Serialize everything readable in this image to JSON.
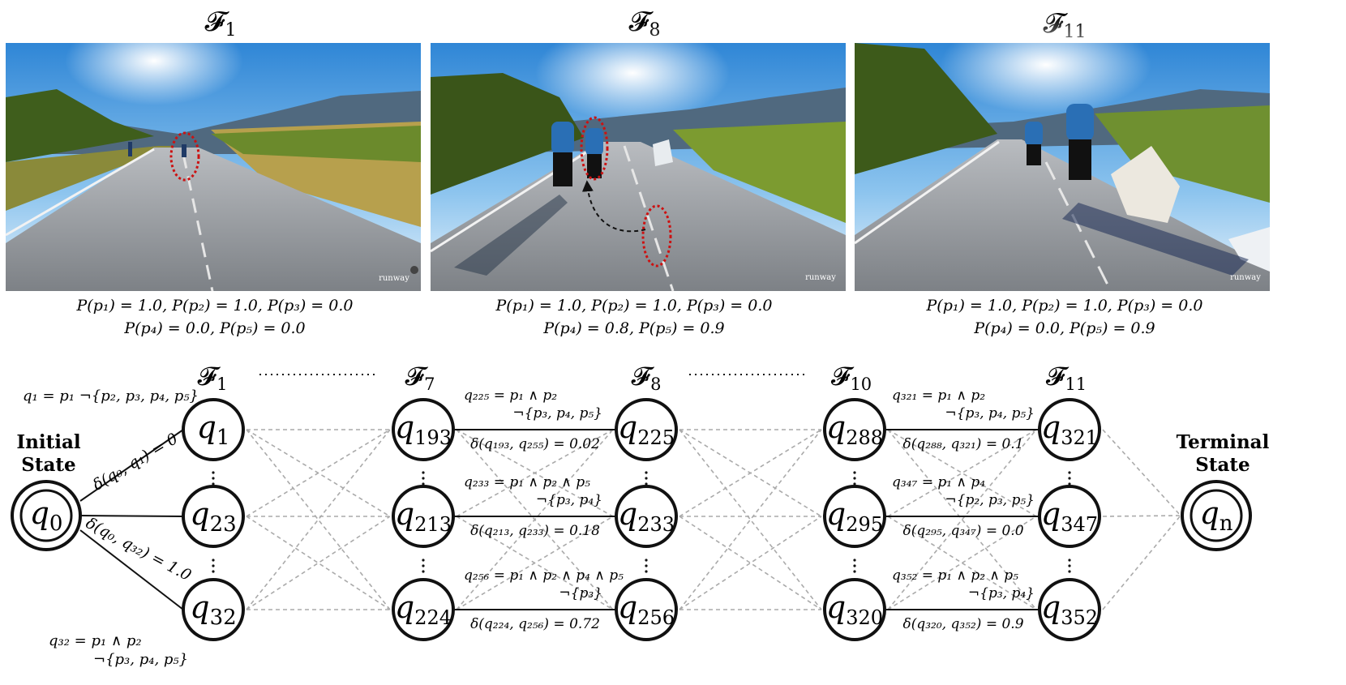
{
  "frames": [
    {
      "label": "𝓕",
      "sub": "1",
      "watermark": "runway",
      "probs_line1": "P(p₁) = 1.0, P(p₂) = 1.0, P(p₃) = 0.0",
      "probs_line2": "P(p₄) = 0.0, P(p₅) = 0.0"
    },
    {
      "label": "𝓕",
      "sub": "8",
      "watermark": "runway",
      "probs_line1": "P(p₁) = 1.0, P(p₂) = 1.0, P(p₃) = 0.0",
      "probs_line2": "P(p₄) = 0.8, P(p₅) = 0.9"
    },
    {
      "label": "𝓕",
      "sub": "11",
      "watermark": "runway",
      "probs_line1": "P(p₁) = 1.0, P(p₂) = 1.0, P(p₃) = 0.0",
      "probs_line2": "P(p₄) = 0.0, P(p₅) = 0.9"
    }
  ],
  "columns": [
    {
      "label": "𝓕",
      "sub": "1"
    },
    {
      "label": "𝓕",
      "sub": "7"
    },
    {
      "label": "𝓕",
      "sub": "8"
    },
    {
      "label": "𝓕",
      "sub": "10"
    },
    {
      "label": "𝓕",
      "sub": "11"
    }
  ],
  "states": {
    "initial": {
      "sym": "q",
      "sub": "0",
      "label_line1": "Initial",
      "label_line2": "State"
    },
    "terminal": {
      "sym": "q",
      "sub": "n",
      "label_line1": "Terminal",
      "label_line2": "State"
    },
    "grid": [
      [
        "1",
        "23",
        "32"
      ],
      [
        "193",
        "213",
        "224"
      ],
      [
        "225",
        "233",
        "256"
      ],
      [
        "288",
        "295",
        "320"
      ],
      [
        "321",
        "347",
        "352"
      ]
    ]
  },
  "initial_edges": [
    {
      "label": "δ(q₀, q₁) = 0"
    },
    {
      "label": "δ(q₀, q₃₂) = 1.0"
    }
  ],
  "left_annotations": [
    {
      "line1": "q₁ = p₁ ¬{p₂, p₃, p₄, p₅}",
      "line2": ""
    },
    {
      "line1": "q₃₂ = p₁ ∧ p₂",
      "line2": "¬{p₃, p₄, p₅}"
    }
  ],
  "transitions": [
    {
      "def1": "q₂₂₅ = p₁ ∧ p₂",
      "def2": "¬{p₃, p₄, p₅}",
      "delta": "δ(q₁₉₃, q₂₅₅) = 0.02"
    },
    {
      "def1": "q₂₃₃ = p₁ ∧ p₂ ∧ p₅",
      "def2": "¬{p₃, p₄}",
      "delta": "δ(q₂₁₃, q₂₃₃) = 0.18"
    },
    {
      "def1": "q₂₅₆ = p₁ ∧ p₂ ∧ p₄ ∧ p₅",
      "def2": "¬{p₃}",
      "delta": "δ(q₂₂₄, q₂₅₆) = 0.72"
    },
    {
      "def1": "q₃₂₁ = p₁ ∧ p₂",
      "def2": "¬{p₃, p₄, p₅}",
      "delta": "δ(q₂₈₈, q₃₂₁) = 0.1"
    },
    {
      "def1": "q₃₄₇ = p₁ ∧ p₄",
      "def2": "¬{p₂, p₃, p₅}",
      "delta": "δ(q₂₉₅, q₃₄₇) = 0.0"
    },
    {
      "def1": "q₃₅₂ = p₁ ∧ p₂ ∧ p₅",
      "def2": "¬{p₃, p₄}",
      "delta": "δ(q₃₂₀, q₃₅₂) = 0.9"
    }
  ],
  "colors": {
    "annotation_ellipse": "#cc1111",
    "dashed_edge": "#aaaaaa",
    "solid_edge": "#111111",
    "sky": "#3a8fd8",
    "road": "#8d9196"
  }
}
